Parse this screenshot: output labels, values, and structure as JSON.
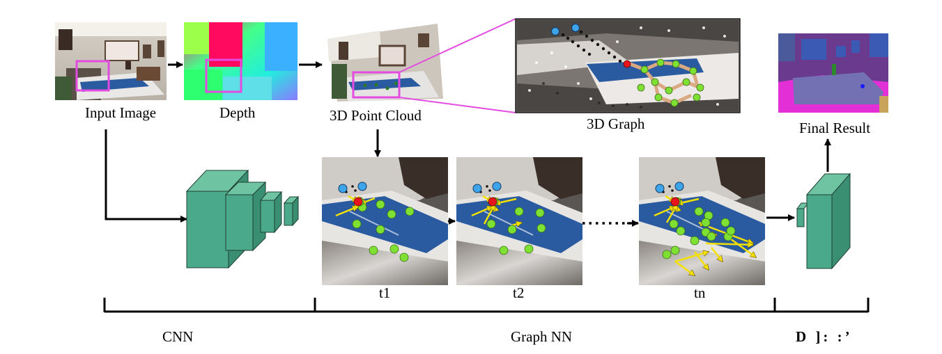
{
  "labels": {
    "input_image": "Input Image",
    "depth": "Depth",
    "point_cloud": "3D Point Cloud",
    "graph_3d": "3D Graph",
    "final_result": "Final Result",
    "t1": "t1",
    "t2": "t2",
    "tn": "tn",
    "cnn": "CNN",
    "graph_nn": "Graph NN",
    "classifier_garbled": "D  ]: :’"
  },
  "colors": {
    "cnn_block": "#4aa98a",
    "node_green": "#7fe034",
    "node_red": "#e8141c",
    "node_blue": "#3fa5ea",
    "arrow_yellow": "#f5e100",
    "highlight_box": "#e44be0",
    "mattress_blue": "#2a5aa0",
    "seg_purple": "#6a3a8e",
    "seg_magenta": "#e22fd6"
  }
}
